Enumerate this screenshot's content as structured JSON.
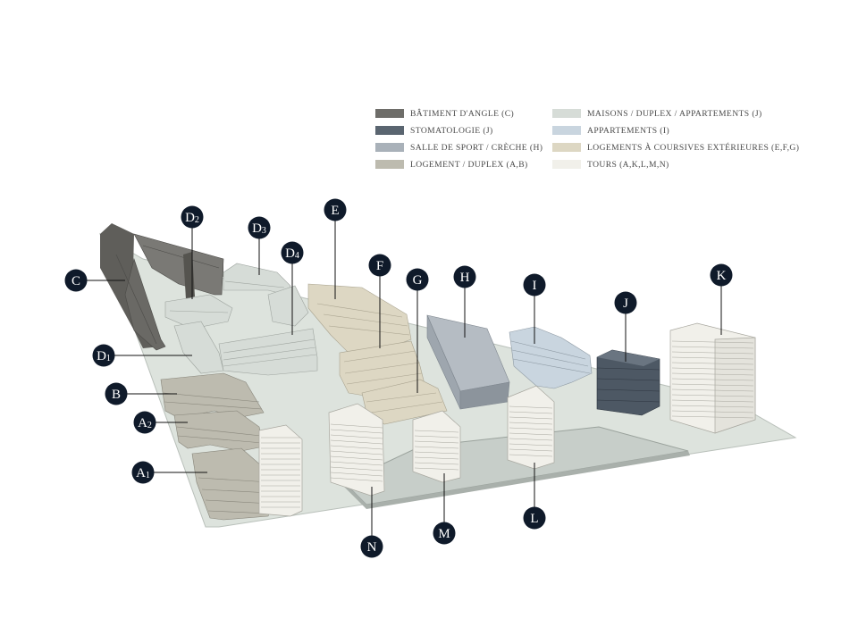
{
  "legend": [
    {
      "label": "BÂTIMENT D'ANGLE (C)",
      "color": "#6e6d69"
    },
    {
      "label": "STOMATOLOGIE (J)",
      "color": "#5a6570"
    },
    {
      "label": "SALLE DE SPORT / CRÈCHE (H)",
      "color": "#a9b1b9"
    },
    {
      "label": "LOGEMENT / DUPLEX (A,B)",
      "color": "#bdbbaf"
    },
    {
      "label": "MAISONS / DUPLEX / APPARTEMENTS (J)",
      "color": "#d6dcd7"
    },
    {
      "label": "APPARTEMENTS (I)",
      "color": "#c9d5df"
    },
    {
      "label": "LOGEMENTS À COURSIVES EXTÉRIEURES (E,F,G)",
      "color": "#ddd7c3"
    },
    {
      "label": "TOURS (A,K,L,M,N)",
      "color": "#f1f0ea"
    }
  ],
  "markers": {
    "C": {
      "main": "C",
      "sub": ""
    },
    "D2": {
      "main": "D",
      "sub": "2"
    },
    "D3": {
      "main": "D",
      "sub": "3"
    },
    "D4": {
      "main": "D",
      "sub": "4"
    },
    "D1": {
      "main": "D",
      "sub": "1"
    },
    "E": {
      "main": "E",
      "sub": ""
    },
    "F": {
      "main": "F",
      "sub": ""
    },
    "G": {
      "main": "G",
      "sub": ""
    },
    "H": {
      "main": "H",
      "sub": ""
    },
    "I": {
      "main": "I",
      "sub": ""
    },
    "J": {
      "main": "J",
      "sub": ""
    },
    "K": {
      "main": "K",
      "sub": ""
    },
    "B": {
      "main": "B",
      "sub": ""
    },
    "A2": {
      "main": "A",
      "sub": "2"
    },
    "A1": {
      "main": "A",
      "sub": "1"
    },
    "N": {
      "main": "N",
      "sub": ""
    },
    "M": {
      "main": "M",
      "sub": ""
    },
    "L": {
      "main": "L",
      "sub": ""
    }
  },
  "colors": {
    "ground": "#dde3dd",
    "ground_edge": "#b9c0ba",
    "marker": "#0f1a2a",
    "leader": "#111111",
    "line": "#8f8e86"
  }
}
